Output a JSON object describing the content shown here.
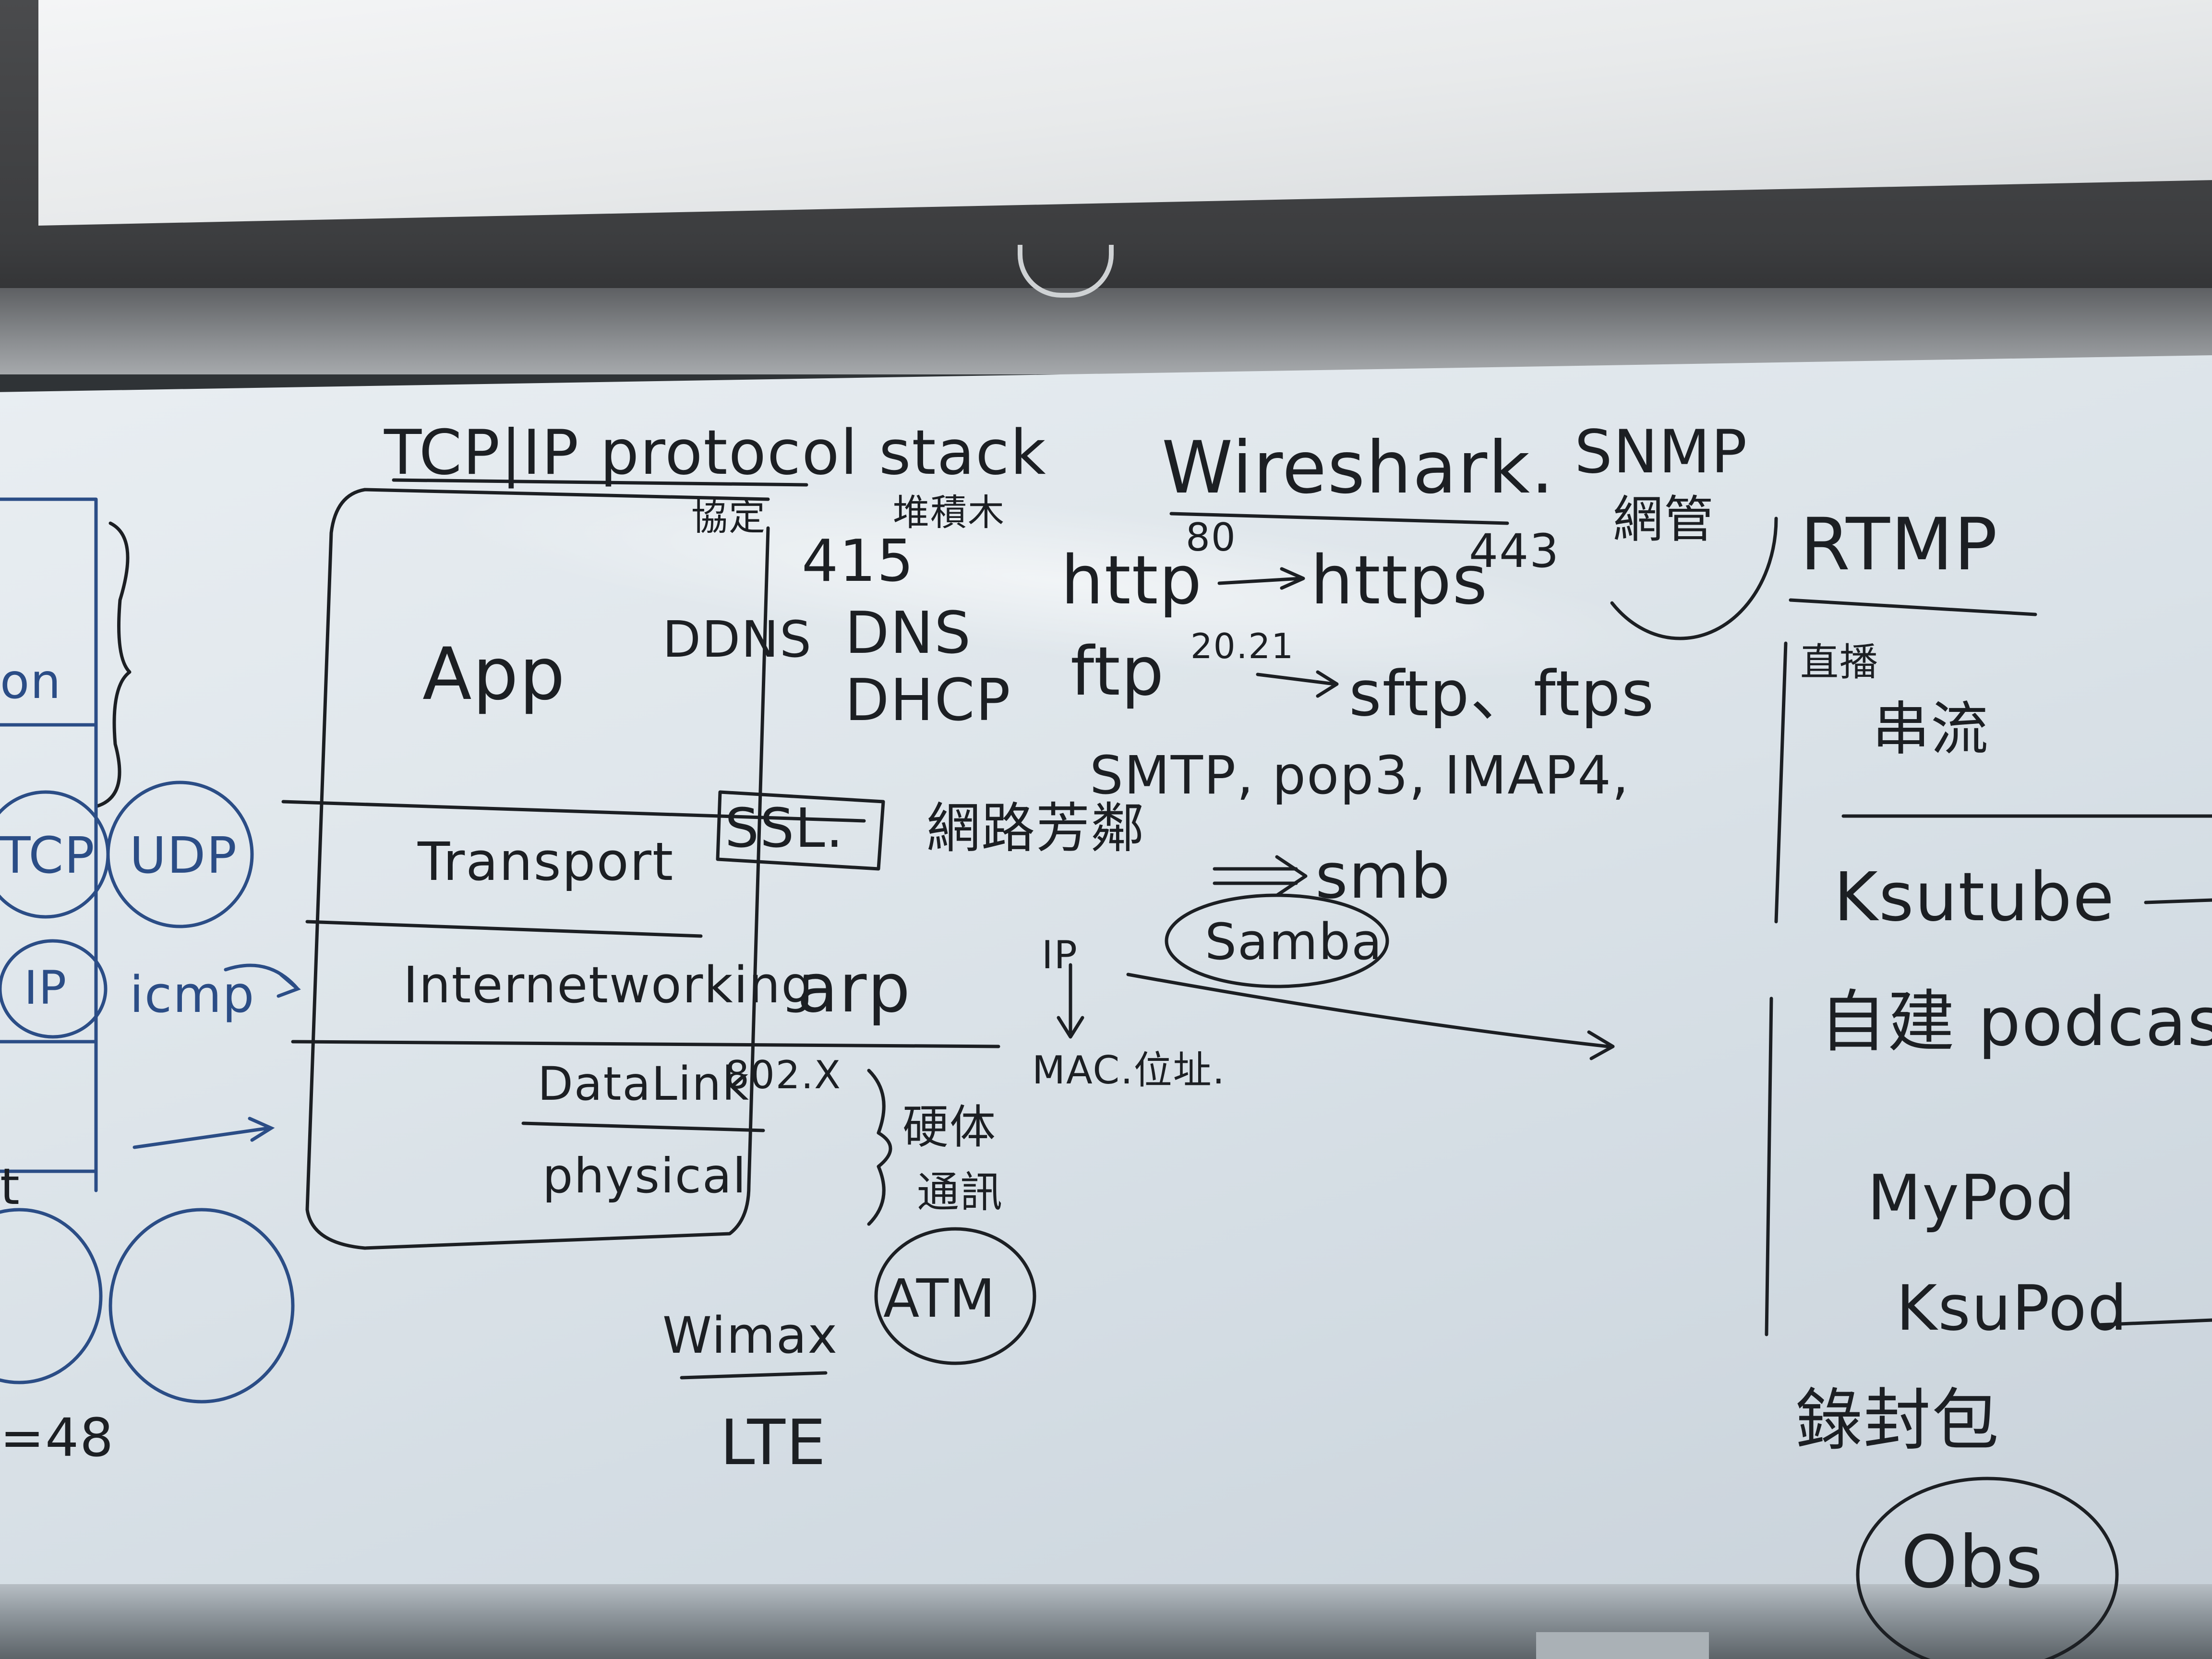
{
  "scene": "whiteboard",
  "colors": {
    "ink": "#1c1f23",
    "blue_ink": "#2b4d86",
    "board": "#dfe6eb"
  },
  "header": {
    "title": "TCP|IP protocol stack",
    "title_cjk_1": "協定",
    "title_cjk_2": "堆積木",
    "num_415": "415"
  },
  "stack": {
    "app": "App",
    "transport": "Transport",
    "internetworking": "Internetworking",
    "datalink": "DataLink",
    "physical": "physical",
    "ssl": "SSL.",
    "ddns": "DDNS"
  },
  "protocols": {
    "dns": "DNS",
    "dhcp": "DHCP",
    "wireshark": "Wireshark.",
    "snmp": "SNMP",
    "snmp_cjk": "網管",
    "port_80": "80",
    "port_443": "443",
    "http": "http",
    "https": "https",
    "ftp": "ftp",
    "ftp_ports": "20.21",
    "sftp": "sftp、ftps",
    "mail": "SMTP, pop3, IMAP4,",
    "neighborhood": "網路芳鄰",
    "smb": "smb",
    "samba": "Samba",
    "arp": "arp",
    "ip": "IP",
    "mac": "MAC.位址.",
    "ieee": "802.X",
    "hardware_1": "硬体",
    "hardware_2": "通訊",
    "atm": "ATM",
    "wimax": "Wimax",
    "lte": "LTE"
  },
  "left": {
    "on": "on",
    "tcp": "TCP",
    "udp": "UDP",
    "ip": "IP",
    "icmp": "icmp",
    "t": "t",
    "eq": "=48"
  },
  "right": {
    "rtmp": "RTMP",
    "live": "直播",
    "stream": "串流",
    "ksutube": "Ksutube",
    "podcast": "自建 podcast",
    "mypod": "MyPod",
    "ksupod": "KsuPod",
    "record": "錄封包",
    "obs": "Obs"
  }
}
